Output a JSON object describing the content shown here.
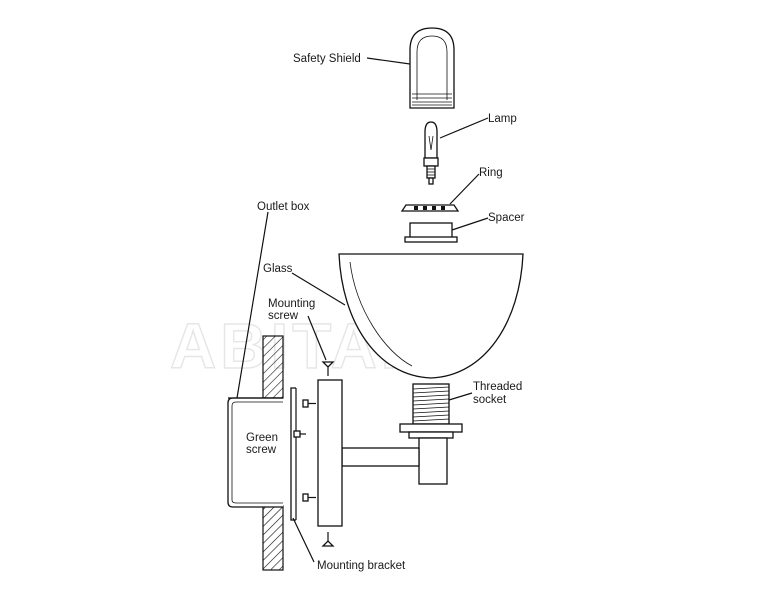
{
  "watermark": "ABITANT",
  "labels": {
    "safety_shield": "Safety Shield",
    "lamp": "Lamp",
    "ring": "Ring",
    "spacer": "Spacer",
    "outlet_box": "Outlet box",
    "glass": "Glass",
    "mounting_screw_line1": "Mounting",
    "mounting_screw_line2": "screw",
    "threaded_socket_line1": "Threaded",
    "threaded_socket_line2": "socket",
    "green_screw_line1": "Green",
    "green_screw_line2": "screw",
    "mounting_bracket": "Mounting bracket"
  }
}
